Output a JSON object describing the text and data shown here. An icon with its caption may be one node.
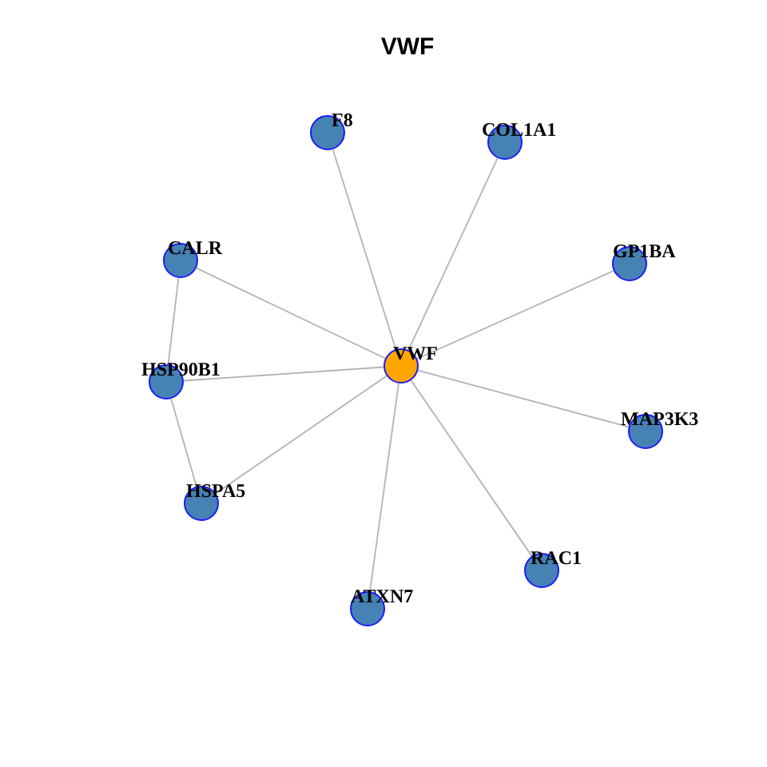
{
  "diagram": {
    "title": "VWF",
    "nodes": [
      {
        "text": [
          "F8"
        ]
      },
      {
        "text": [
          "COL1A1"
        ]
      },
      {
        "text": [
          "CALR"
        ]
      },
      {
        "text": [
          "GP1BA"
        ]
      },
      {
        "text": [
          "VWF"
        ]
      },
      {
        "text": [
          "HSP90B1"
        ]
      },
      {
        "text": [
          "MAP3K3"
        ]
      },
      {
        "text": [
          "HSPA5"
        ]
      },
      {
        "text": [
          "RAC1"
        ]
      },
      {
        "text": [
          "ATXN7"
        ]
      }
    ],
    "edges": [
      {
        "from": 4,
        "to": 0,
        "arrow": "none"
      },
      {
        "from": 4,
        "to": 1,
        "arrow": "none"
      },
      {
        "from": 4,
        "to": 2,
        "arrow": "none"
      },
      {
        "from": 4,
        "to": 3,
        "arrow": "none"
      },
      {
        "from": 4,
        "to": 5,
        "arrow": "none"
      },
      {
        "from": 4,
        "to": 6,
        "arrow": "none"
      },
      {
        "from": 4,
        "to": 7,
        "arrow": "none"
      },
      {
        "from": 4,
        "to": 8,
        "arrow": "none"
      },
      {
        "from": 4,
        "to": 9,
        "arrow": "none"
      },
      {
        "from": 2,
        "to": 5,
        "arrow": "none"
      },
      {
        "from": 5,
        "to": 7,
        "arrow": "none"
      }
    ]
  }
}
